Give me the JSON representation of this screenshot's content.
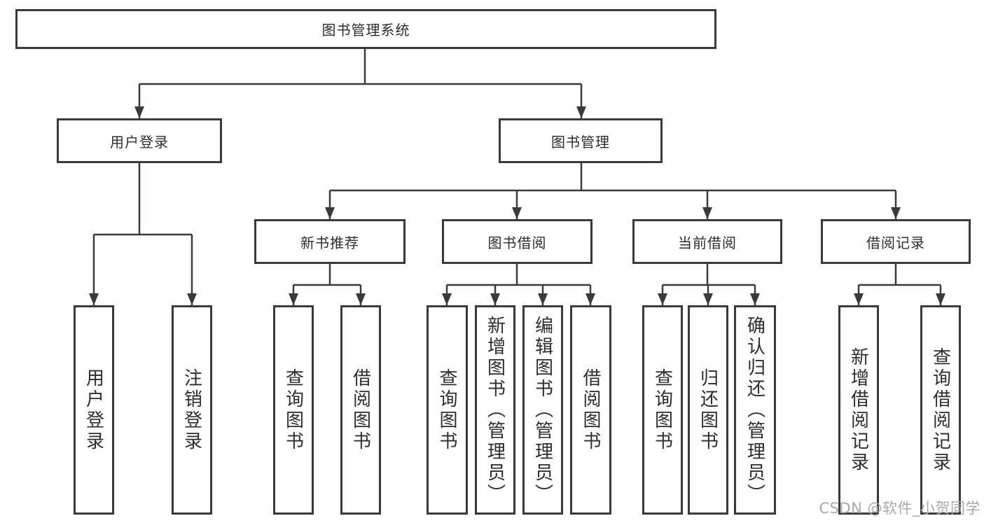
{
  "diagram": {
    "root": {
      "label": "图书管理系统"
    },
    "branches": [
      {
        "label": "用户登录",
        "children": [
          {
            "label": "用户登录"
          },
          {
            "label": "注销登录"
          }
        ]
      },
      {
        "label": "图书管理",
        "children": [
          {
            "label": "新书推荐",
            "children": [
              {
                "label": "查询图书"
              },
              {
                "label": "借阅图书"
              }
            ]
          },
          {
            "label": "图书借阅",
            "children": [
              {
                "label": "查询图书"
              },
              {
                "label": "新增图书（管理员）"
              },
              {
                "label": "编辑图书（管理员）"
              },
              {
                "label": "借阅图书"
              }
            ]
          },
          {
            "label": "当前借阅",
            "children": [
              {
                "label": "查询图书"
              },
              {
                "label": "归还图书"
              },
              {
                "label": "确认归还（管理员）"
              }
            ]
          },
          {
            "label": "借阅记录",
            "children": [
              {
                "label": "新增借阅记录"
              },
              {
                "label": "查询借阅记录"
              }
            ]
          }
        ]
      }
    ]
  },
  "watermark": {
    "text": "CSDN @软件_小贺同学"
  },
  "colors": {
    "line": "#3a3a3a",
    "box_border": "#3a3a3a",
    "text": "#2d2d2d",
    "watermark": "#a9a9a9",
    "background": "#ffffff"
  }
}
